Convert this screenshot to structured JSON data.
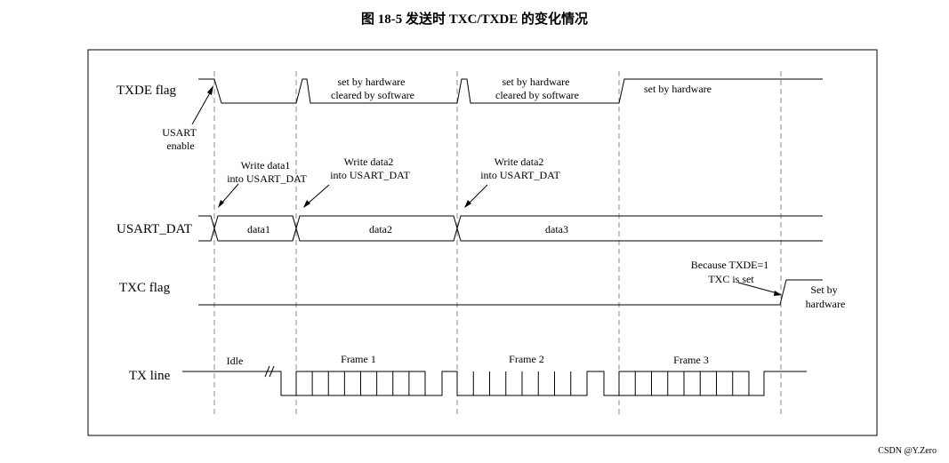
{
  "figure": {
    "title": "图 18-5 发送时 TXC/TXDE 的变化情况"
  },
  "signals": {
    "txde_flag": "TXDE flag",
    "usart_dat": "USART_DAT",
    "txc_flag": "TXC flag",
    "tx_line": "TX line"
  },
  "annotations": {
    "usart_enable": [
      "USART",
      "enable"
    ],
    "txde_set_cleared_1": [
      "set by hardware",
      "cleared by software"
    ],
    "txde_set_cleared_2": [
      "set by hardware",
      "cleared by software"
    ],
    "txde_set": "set by hardware",
    "write_data1": [
      "Write data1",
      "into USART_DAT"
    ],
    "write_data2_a": [
      "Write data2",
      "into USART_DAT"
    ],
    "write_data2_b": [
      "Write data2",
      "into USART_DAT"
    ],
    "txc_because": [
      "Because TXDE=1",
      "TXC is set"
    ],
    "txc_set_by": [
      "Set by",
      "hardware"
    ]
  },
  "data_cells": {
    "d1": "data1",
    "d2": "data2",
    "d3": "data3"
  },
  "tx_line": {
    "idle": "Idle",
    "frame1": "Frame 1",
    "frame2": "Frame 2",
    "frame3": "Frame 3"
  },
  "watermark": "CSDN @Y.Zero"
}
